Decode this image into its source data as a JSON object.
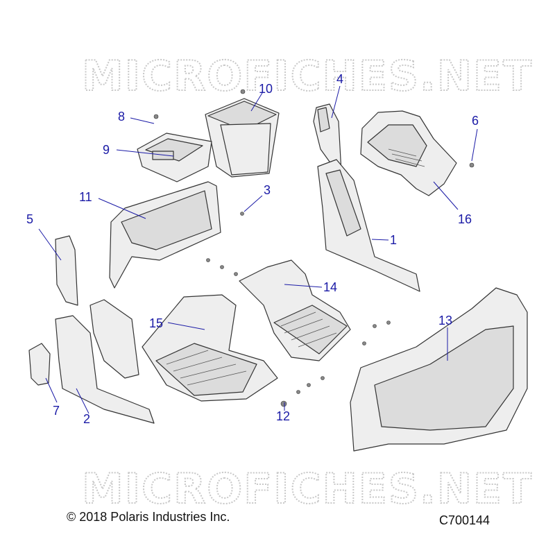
{
  "watermark": {
    "text": "MICROFICHES.NET"
  },
  "callouts": [
    {
      "id": "1",
      "label": "1"
    },
    {
      "id": "2",
      "label": "2"
    },
    {
      "id": "3",
      "label": "3"
    },
    {
      "id": "4",
      "label": "4"
    },
    {
      "id": "5",
      "label": "5"
    },
    {
      "id": "6",
      "label": "6"
    },
    {
      "id": "7",
      "label": "7"
    },
    {
      "id": "8",
      "label": "8"
    },
    {
      "id": "9",
      "label": "9"
    },
    {
      "id": "10",
      "label": "10"
    },
    {
      "id": "11",
      "label": "11"
    },
    {
      "id": "12",
      "label": "12"
    },
    {
      "id": "13",
      "label": "13"
    },
    {
      "id": "14",
      "label": "14"
    },
    {
      "id": "15",
      "label": "15"
    },
    {
      "id": "16",
      "label": "16"
    }
  ],
  "footer": {
    "copyright": "© 2018 Polaris Industries Inc.",
    "drawing_id": "C700144"
  }
}
